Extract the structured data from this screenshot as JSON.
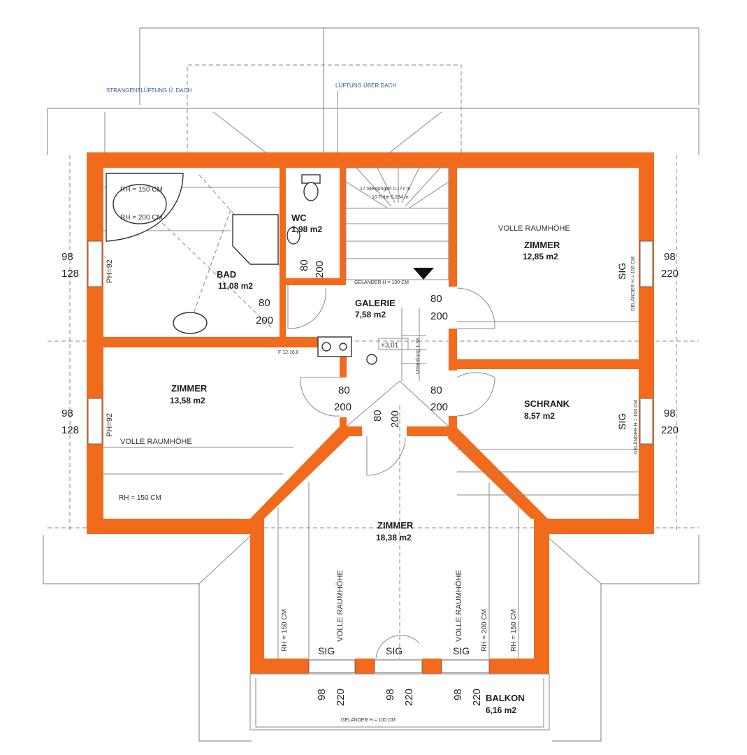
{
  "notes": {
    "strang": "STRANGENTLÜFTUNG Ü. DACH",
    "lueftung": "LÜFTUNG ÜBER DACH"
  },
  "rooms": {
    "bad": {
      "name": "BAD",
      "area": "11,08 m2"
    },
    "wc": {
      "name": "WC",
      "area": "1,98 m2"
    },
    "galerie": {
      "name": "GALERIE",
      "area": "7,58 m2"
    },
    "zimmer_ne": {
      "name": "ZIMMER",
      "area": "12,85 m2"
    },
    "zimmer_w": {
      "name": "ZIMMER",
      "area": "13,58 m2"
    },
    "schrank": {
      "name": "SCHRANK",
      "area": "8,57 m2"
    },
    "zimmer_s": {
      "name": "ZIMMER",
      "area": "18,38 m2"
    },
    "balkon": {
      "name": "BALKON",
      "area": "6,16 m2"
    }
  },
  "labels": {
    "rh150": "RH = 150 CM",
    "rh200": "RH = 200 CM",
    "rh150_vertical": "RH = 150 CM",
    "rh200_vertical": "RH = 200 CM",
    "ph92": "PH=92",
    "volle": "VOLLE RAUMHÖHE",
    "gelaender_100": "GELÄNDER H = 100 CM",
    "gelaender_stair": "GELÄNDER H = 100 CM",
    "stair_line1": "17 Steigungen 0,177 m",
    "stair_line2": "16 Tritte 0,284 m",
    "level": "+3,01",
    "flue": "F 12.16.0",
    "sig": "SIG",
    "stair_side": "Umlenkung 1,38"
  },
  "dims": {
    "d98": "98",
    "d128": "128",
    "d220": "220",
    "d80": "80",
    "d200": "200"
  }
}
